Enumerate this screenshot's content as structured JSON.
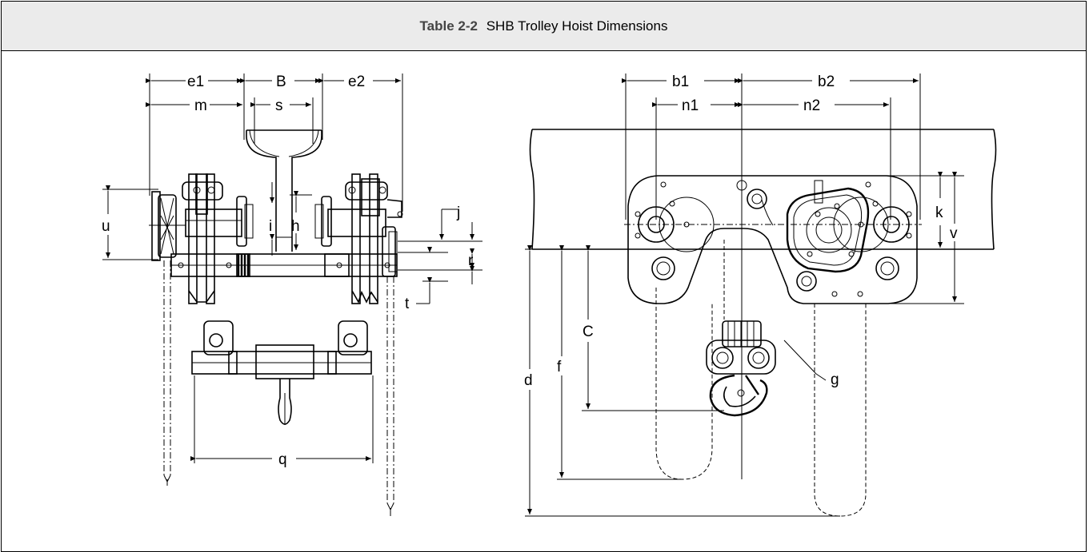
{
  "header": {
    "table_number": "Table 2-2",
    "table_title": "SHB Trolley Hoist Dimensions"
  },
  "side_view": {
    "labels": {
      "e1": "e1",
      "B": "B",
      "e2": "e2",
      "m": "m",
      "s": "s",
      "u": "u",
      "i": "i",
      "h": "h",
      "j": "j",
      "r": "r",
      "t": "t",
      "q": "q"
    }
  },
  "front_view": {
    "labels": {
      "b1": "b1",
      "b2": "b2",
      "n1": "n1",
      "n2": "n2",
      "k": "k",
      "v": "v",
      "C": "C",
      "d": "d",
      "f": "f",
      "g": "g"
    }
  }
}
